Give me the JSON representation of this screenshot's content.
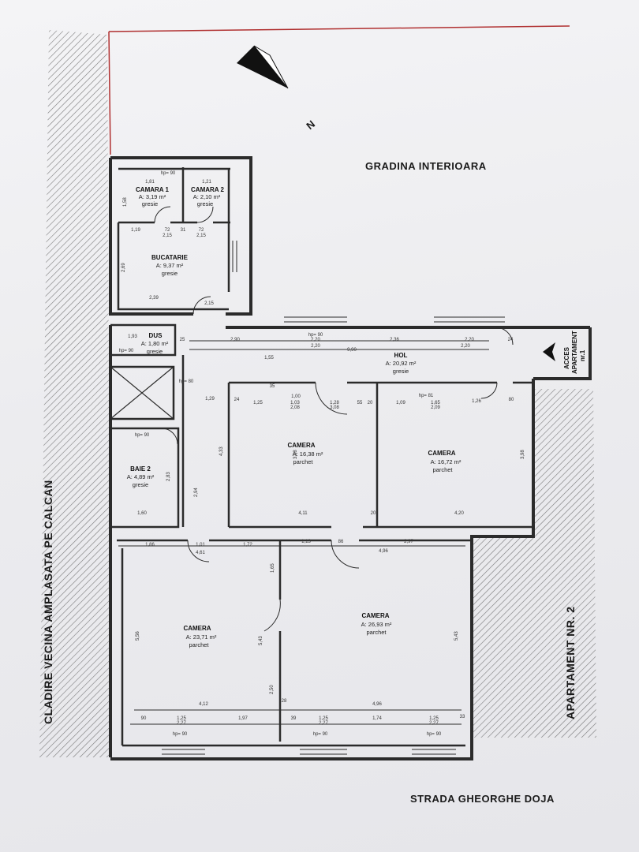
{
  "labels": {
    "garden": "GRADINA INTERIOARA",
    "street": "STRADA GHEORGHE DOJA",
    "left_building": "CLADIRE VECINA AMPLASATA PE CALCAN",
    "apartment2": "APARTAMENT NR. 2",
    "access_line1": "ACCES",
    "access_line2": "APARTAMENT",
    "access_line3": "nr.1",
    "north": "N"
  },
  "rooms": {
    "camara1": {
      "name": "CAMARA 1",
      "area": "A: 3,19 m²",
      "floor": "gresie"
    },
    "camara2": {
      "name": "CAMARA 2",
      "area": "A: 2,10 m²",
      "floor": "gresie"
    },
    "bucatarie": {
      "name": "BUCATARIE",
      "area": "A: 9,37 m²",
      "floor": "gresie"
    },
    "dus": {
      "name": "DUS",
      "area": "A: 1,80 m²",
      "floor": "gresie"
    },
    "hol": {
      "name": "HOL",
      "area": "A: 20,92 m²",
      "floor": "gresie"
    },
    "baie2": {
      "name": "BAIE 2",
      "area": "A: 4,89 m²",
      "floor": "gresie"
    },
    "camera1": {
      "name": "CAMERA",
      "area": "A: 16,38 m²",
      "floor": "parchet"
    },
    "camera2": {
      "name": "CAMERA",
      "area": "A: 16,72 m²",
      "floor": "parchet"
    },
    "camera3": {
      "name": "CAMERA",
      "area": "A: 23,71 m²",
      "floor": "parchet"
    },
    "camera4": {
      "name": "CAMERA",
      "area": "A: 26,93 m²",
      "floor": "parchet"
    }
  },
  "dims": {
    "d_hp90_top": "hp= 90",
    "d_181": "1,81",
    "d_121": "1,21",
    "d_158": "1,58",
    "d_119": "1,19",
    "d_215a": "2,15",
    "d_215b": "2,15",
    "d_72a": "72",
    "d_72b": "72",
    "d_31": "31",
    "d_269": "2,69",
    "d_239": "2,39",
    "d_215c": "2,15",
    "d_193": "1,93",
    "d_hp90_dus": "hp= 90",
    "d_25": "25",
    "d_290": "2,90",
    "d_hp90_hol": "hp= 90",
    "d_220a": "2,20",
    "d_220b": "2,20",
    "d_220c": "2,20",
    "d_990": "9,90",
    "d_236": "2,36",
    "d_220d": "2,20",
    "d_24": "24",
    "d_155": "1,55",
    "d_35": "35",
    "d_100": "1,00",
    "d_103": "1,03",
    "d_208": "2,08",
    "d_128": "1,28",
    "d_308": "3,08",
    "d_55": "55",
    "d_20a": "20",
    "d_109": "1,09",
    "d_hp81": "hp= 81",
    "d_165": "1,65",
    "d_209": "2,09",
    "d_126": "1,26",
    "d_80": "80",
    "d_129": "1,29",
    "d_hp80": "hp= 80",
    "d_125": "1,25",
    "d_398a": "3,98",
    "d_398b": "3,98",
    "d_411": "4,11",
    "d_20b": "20",
    "d_420": "4,20",
    "d_hp90_baie": "hp= 90",
    "d_283": "2,83",
    "d_160": "1,60",
    "d_294": "2,94",
    "d_433": "4,33",
    "d_186": "1,86",
    "d_101": "1,01",
    "d_172": "1,72",
    "d_113": "1,13",
    "d_86": "86",
    "d_297": "2,97",
    "d_461": "4,61",
    "d_496a": "4,96",
    "d_165b": "1,65",
    "d_556": "5,56",
    "d_543a": "5,43",
    "d_543b": "5,43",
    "d_412": "4,12",
    "d_496b": "4,96",
    "d_90a": "90",
    "d_125a": "1,25",
    "d_227a": "2,27",
    "d_197": "1,97",
    "d_39": "39",
    "d_125b": "1,25",
    "d_227b": "2,27",
    "d_174": "1,74",
    "d_125c": "1,25",
    "d_227c": "2,27",
    "d_33": "33",
    "d_hp90_b1": "hp= 90",
    "d_hp90_b2": "hp= 90",
    "d_hp90_b3": "hp= 90",
    "d_250": "2,50",
    "d_28": "28"
  },
  "colors": {
    "wall": "#2b2b2b",
    "property_line": "#b03030",
    "hatch": "#555555",
    "paper": "#f0f0f3"
  },
  "icons": [
    "north-arrow-icon",
    "access-arrow-icon",
    "stair-shaft-icon"
  ]
}
